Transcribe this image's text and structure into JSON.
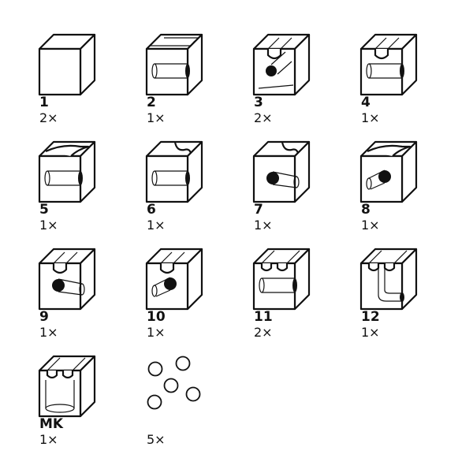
{
  "items": [
    {
      "label": "1",
      "qty": "2×",
      "features": []
    },
    {
      "label": "2",
      "qty": "1×",
      "features": [
        "top-groove",
        "tunnel"
      ]
    },
    {
      "label": "3",
      "qty": "2×",
      "features": [
        "notch",
        "diag-ball"
      ]
    },
    {
      "label": "4",
      "qty": "1×",
      "features": [
        "notch",
        "tunnel"
      ]
    },
    {
      "label": "5",
      "qty": "1×",
      "features": [
        "curve",
        "tunnel"
      ]
    },
    {
      "label": "6",
      "qty": "1×",
      "features": [
        "side-notch",
        "tunnel"
      ]
    },
    {
      "label": "7",
      "qty": "1×",
      "features": [
        "side-notch",
        "ball-right"
      ]
    },
    {
      "label": "8",
      "qty": "1×",
      "features": [
        "curve",
        "ball-left"
      ]
    },
    {
      "label": "9",
      "qty": "1×",
      "features": [
        "notch",
        "ball-right"
      ]
    },
    {
      "label": "10",
      "qty": "1×",
      "features": [
        "notch",
        "ball-left"
      ]
    },
    {
      "label": "11",
      "qty": "2×",
      "features": [
        "double-notch",
        "tunnel"
      ]
    },
    {
      "label": "12",
      "qty": "1×",
      "features": [
        "double-notch",
        "drop"
      ]
    },
    {
      "label": "MK",
      "qty": "1×",
      "features": [
        "double-notch",
        "cup"
      ]
    }
  ],
  "marbles": {
    "qty": "5×",
    "count": 5
  }
}
